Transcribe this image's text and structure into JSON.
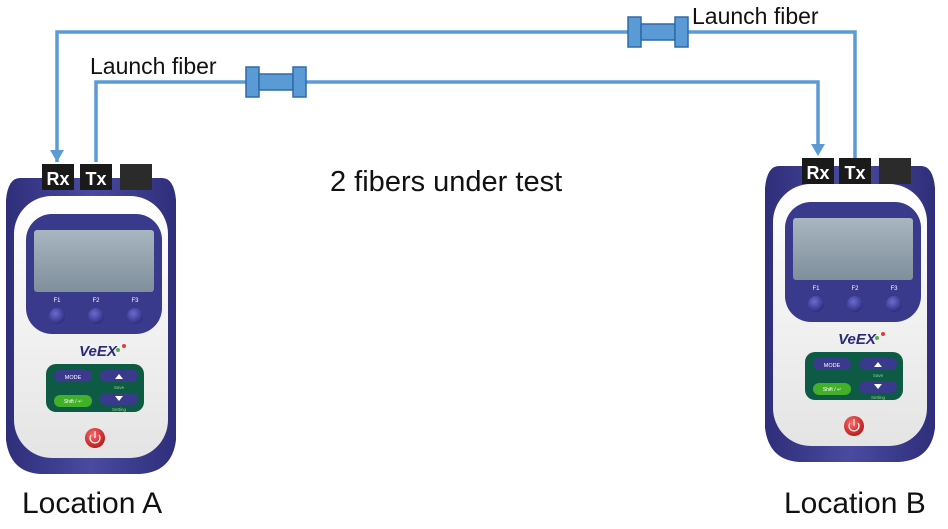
{
  "diagram": {
    "center_text": "2 fibers under test",
    "launch_fiber_top": "Launch fiber",
    "launch_fiber_bottom": "Launch fiber",
    "location_a": "Location A",
    "location_b": "Location B"
  },
  "device": {
    "brand": "VeEX",
    "port_rx": "Rx",
    "port_tx": "Tx",
    "f1": "F1",
    "f2": "F2",
    "f3": "F3",
    "mode": "MODE",
    "shift": "Shift / ↵",
    "save": "Save",
    "setting": "Setting"
  },
  "colors": {
    "fiber": "#5b9bd5",
    "connector": "#5b9bd5",
    "device_body": "#3a3a8c",
    "device_face": "#f2f2f2",
    "screen": "#8a9aa6",
    "keypad": "#0d5a45",
    "power": "#d62b2b"
  }
}
